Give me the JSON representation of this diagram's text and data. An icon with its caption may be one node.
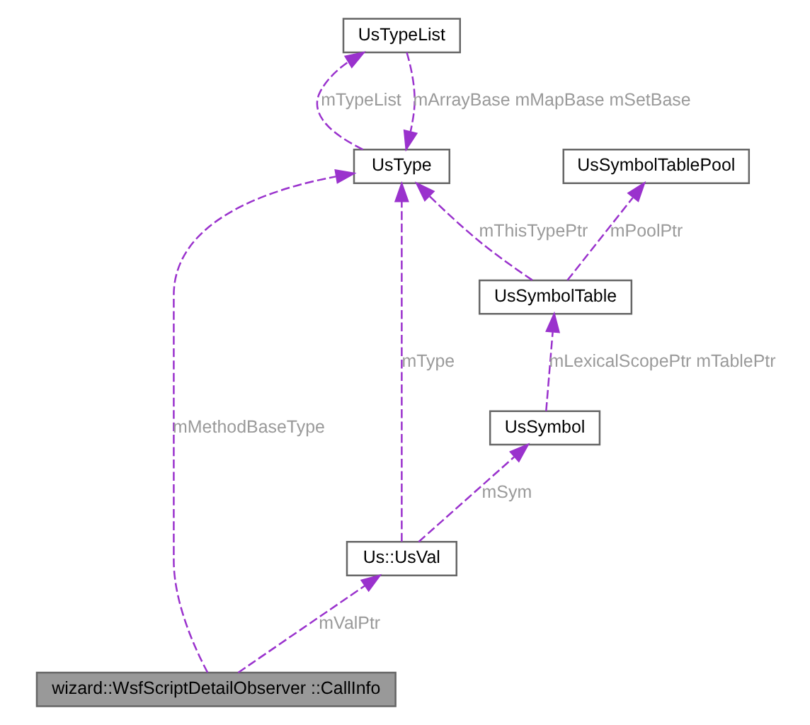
{
  "diagram": {
    "nodes": [
      {
        "text": [
          "UsType"
        ]
      },
      {
        "text": [
          "UsSymbolTablePool"
        ]
      },
      {
        "text": [
          "UsTypeList"
        ]
      },
      {
        "text": [
          "UsSymbolTable"
        ]
      },
      {
        "text": [
          "UsSymbol"
        ]
      },
      {
        "text": [
          "Us::UsVal"
        ]
      },
      {
        "text": [
          "wizard::WsfScriptDetailObserver ::CallInfo"
        ]
      }
    ],
    "edges": [
      {
        "from": 2,
        "to": 0,
        "arrow": "to",
        "label": "mArrayBase mMapBase mSetBase",
        "style": "dashed"
      },
      {
        "from": 0,
        "to": 2,
        "arrow": "to",
        "label": "mTypeList",
        "style": "dashed"
      },
      {
        "from": 3,
        "to": 0,
        "arrow": "to",
        "label": "mThisTypePtr",
        "style": "dashed"
      },
      {
        "from": 3,
        "to": 1,
        "arrow": "to",
        "label": "mPoolPtr",
        "style": "dashed"
      },
      {
        "from": 4,
        "to": 3,
        "arrow": "to",
        "label": "mLexicalScopePtr mTablePtr",
        "style": "dashed"
      },
      {
        "from": 5,
        "to": 0,
        "arrow": "to",
        "label": "mType",
        "style": "dashed"
      },
      {
        "from": 5,
        "to": 4,
        "arrow": "to",
        "label": "mSym",
        "style": "dashed"
      },
      {
        "from": 6,
        "to": 0,
        "arrow": "to",
        "label": "mMethodBaseType",
        "style": "dashed"
      },
      {
        "from": 6,
        "to": 5,
        "arrow": "to",
        "label": "mValPtr",
        "style": "dashed"
      }
    ]
  }
}
